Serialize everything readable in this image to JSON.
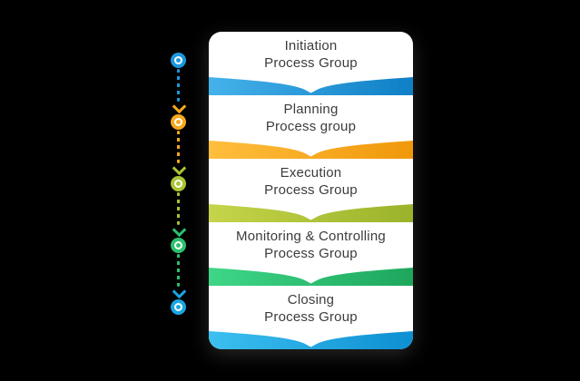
{
  "scene": {
    "background": "#000000"
  },
  "panel": {
    "background": "#ffffff"
  },
  "groups": [
    {
      "title_line1": "Initiation",
      "title_line2": "Process Group",
      "banner_light": "#45b2ea",
      "banner_dark": "#0f7fc6",
      "dot_color": "#1b98dd"
    },
    {
      "title_line1": "Planning",
      "title_line2": "Process group",
      "banner_light": "#ffbe3d",
      "banner_dark": "#f0980a",
      "dot_color": "#f8a81c"
    },
    {
      "title_line1": "Execution",
      "title_line2": "Process Group",
      "banner_light": "#c6d44a",
      "banner_dark": "#9ab32a",
      "dot_color": "#a9c433"
    },
    {
      "title_line1": "Monitoring & Controlling",
      "title_line2": "Process Group",
      "banner_light": "#3fd687",
      "banner_dark": "#1da75c",
      "dot_color": "#2cc06e"
    },
    {
      "title_line1": "Closing",
      "title_line2": "Process Group",
      "banner_light": "#3cc0f0",
      "banner_dark": "#0d8fd2",
      "dot_color": "#19a6e2"
    }
  ],
  "timeline": {
    "connectors": [
      {
        "dash_color": "#1b98dd",
        "arrow_color": "#f8a81c"
      },
      {
        "dash_color": "#f8a81c",
        "arrow_color": "#a9c433"
      },
      {
        "dash_color": "#a9c433",
        "arrow_color": "#2cc06e"
      },
      {
        "dash_color": "#2cc06e",
        "arrow_color": "#19a6e2"
      }
    ]
  }
}
